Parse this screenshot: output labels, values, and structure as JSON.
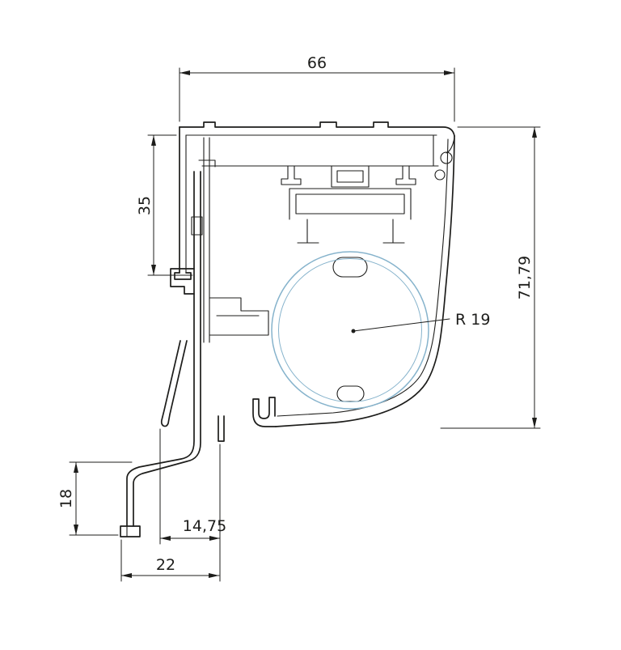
{
  "drawing": {
    "type": "technical-cross-section-profile",
    "colors": {
      "line": "#1d1d1b",
      "accent": "#86b3cc"
    },
    "dimensions": {
      "top_width": "66",
      "box_left_height": "35",
      "overall_height": "71,79",
      "roller_radius": "R 19",
      "bracket_drop": "18",
      "bottom_inset": "14,75",
      "bracket_width": "22"
    }
  }
}
